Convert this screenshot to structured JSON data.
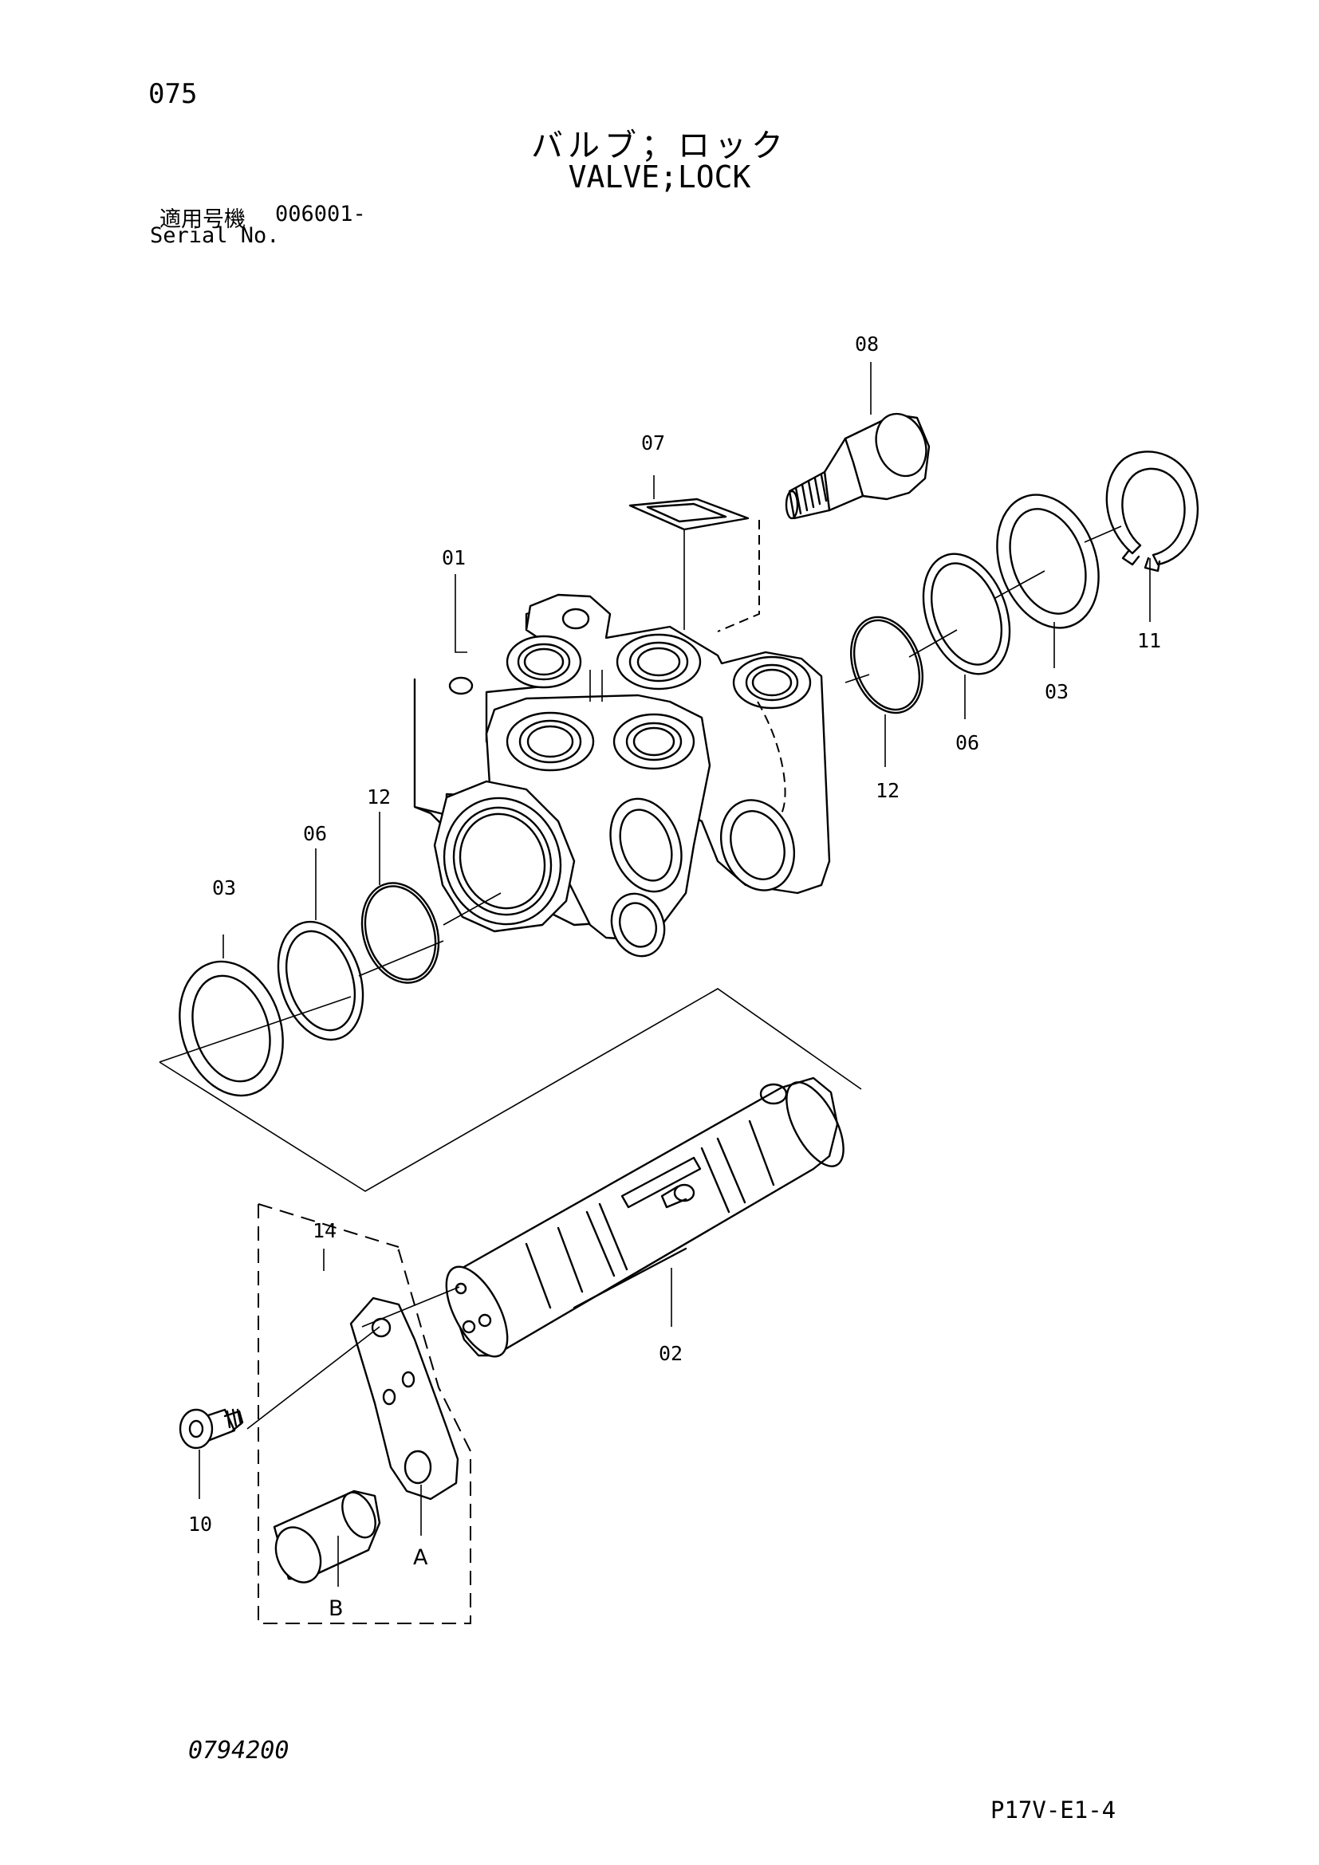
{
  "page_number": "075",
  "title_ja": "バルブ；ロック",
  "title_en": "VALVE;LOCK",
  "serial": {
    "label_ja": "適用号機",
    "value": "006001-",
    "label_en": "Serial No."
  },
  "callouts": {
    "p01": "01",
    "p02": "02",
    "p03_left": "03",
    "p03_right": "03",
    "p06_left": "06",
    "p06_right": "06",
    "p07": "07",
    "p08": "08",
    "p10": "10",
    "p11": "11",
    "p12_left": "12",
    "p12_right": "12",
    "p14": "14",
    "sub_a": "A",
    "sub_b": "B"
  },
  "drawing_number": "0794200",
  "page_code": "P17V-E1-4"
}
